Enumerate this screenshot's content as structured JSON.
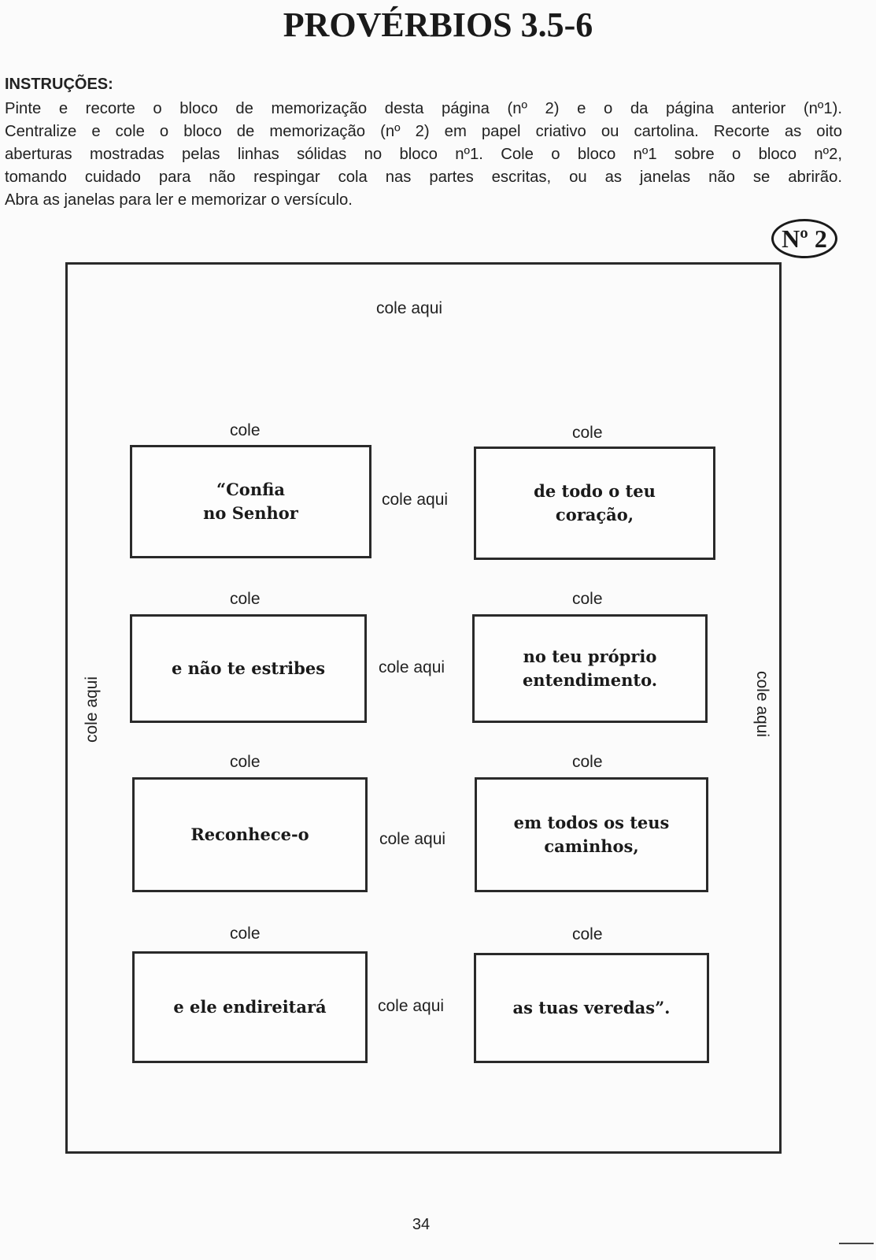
{
  "page": {
    "title": "PROVÉRBIOS 3.5-6",
    "page_number": "34"
  },
  "instructions": {
    "heading": "INSTRUÇÕES:",
    "lines": [
      "Pinte e recorte o bloco de memorização desta página (nº 2) e o da página anterior (nº1).",
      "Centralize e cole o bloco de memorização (nº 2) em papel criativo ou cartolina. Recorte as oito",
      "aberturas mostradas pelas linhas sólidas no bloco nº1. Cole o bloco nº1 sobre o bloco nº2,",
      "tomando cuidado para não respingar cola nas partes escritas, ou as janelas não se abrirão.",
      "Abra as janelas para ler e memorizar o versículo."
    ]
  },
  "block": {
    "badge": "Nº 2",
    "glue_top": "cole aqui",
    "glue_left": "cole aqui",
    "glue_right": "cole aqui",
    "glue_short": "cole",
    "glue_middle": "cole aqui",
    "verses": [
      "“Confia\nno Senhor",
      "de todo o teu\ncoração,",
      "e não te estribes",
      "no teu próprio\nentendimento.",
      "Reconhece-o",
      "em todos os teus\ncaminhos,",
      "e ele endireitará",
      "as tuas veredas”."
    ]
  }
}
